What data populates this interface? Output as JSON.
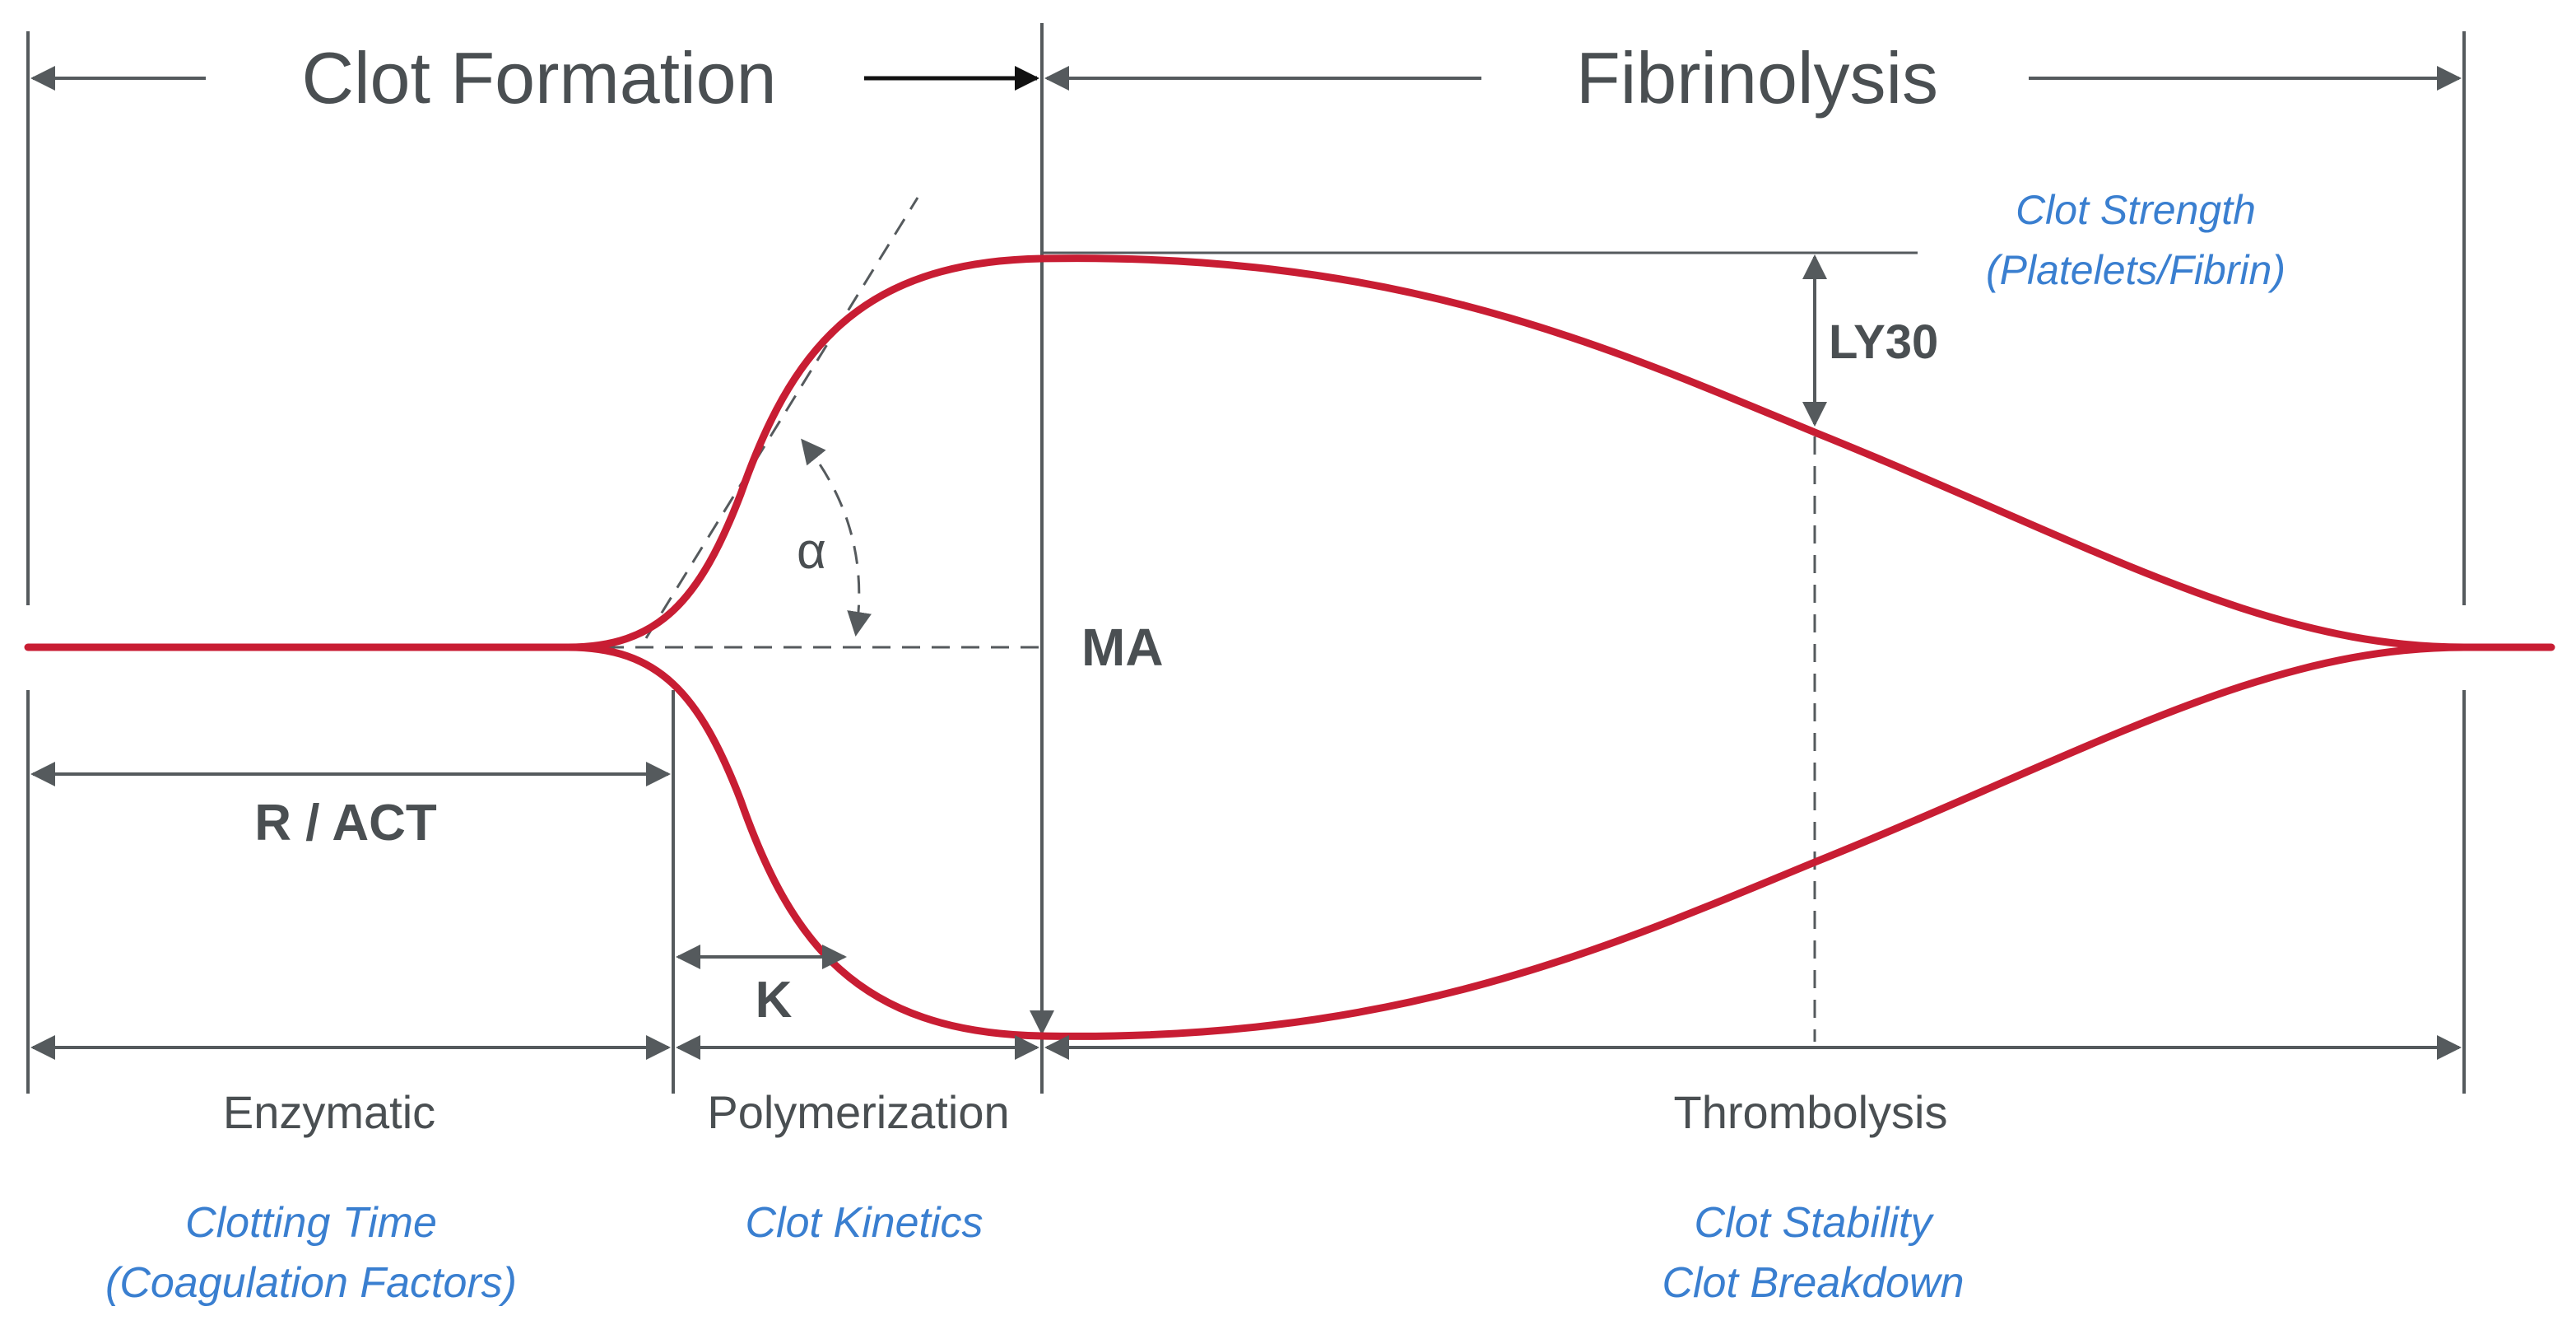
{
  "headers": {
    "clot_formation": "Clot Formation",
    "fibrinolysis": "Fibrinolysis"
  },
  "curve_labels": {
    "alpha": "α",
    "ma": "MA",
    "ly30": "LY30",
    "r_act": "R / ACT",
    "k": "K",
    "clot_strength_line1": "Clot Strength",
    "clot_strength_line2": "(Platelets/Fibrin)"
  },
  "phases": [
    {
      "name": "Enzymatic",
      "desc_line1": "Clotting Time",
      "desc_line2": "(Coagulation Factors)"
    },
    {
      "name": "Polymerization",
      "desc_line1": "Clot Kinetics",
      "desc_line2": ""
    },
    {
      "name": "Thrombolysis",
      "desc_line1": "Clot Stability",
      "desc_line2": "Clot Breakdown"
    }
  ],
  "colors": {
    "trace": "#c81d33",
    "annotation": "#3a7fd0",
    "structure": "#555a5d"
  }
}
